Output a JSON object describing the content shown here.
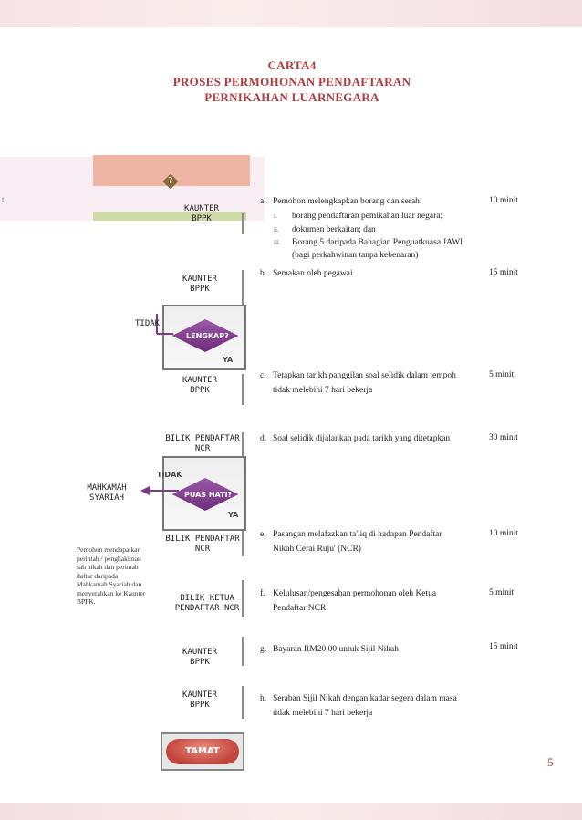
{
  "title": {
    "line1": "CARTA4",
    "line2": "PROSES PERMOHONAN PENDAFTARAN",
    "line3": "PERNIKAHAN LUARNEGARA"
  },
  "header": {
    "mark": "?",
    "edge": "t"
  },
  "locations": {
    "a": "KAUNTER\nBPPK",
    "b": "KAUNTER\nBPPK",
    "c": "KAUNTER\nBPPK",
    "d": "BILIK PENDAFTAR\nNCR",
    "e": "BILIK PENDAFTAR\nNCR",
    "f": "BILIK KETUA\nPENDAFTAR NCR",
    "g": "KAUNTER\nBPPK",
    "h": "KAUNTER\nBPPK"
  },
  "decisions": {
    "first": {
      "label": "LENGKAP?",
      "no": "TIDAK",
      "yes": "YA"
    },
    "second": {
      "label": "PUAS HATI?",
      "no": "TIDAK",
      "yes": "YA"
    }
  },
  "side": {
    "tidak": "TIDAK",
    "mahkamah": "MAHKAMAH\nSYARIAH",
    "note": "Pemohon mendapatkan perintah / penghakiman sah nikah dan perintah daftar daripada Mahkamah Syariah dan menyerahkan ke Kaunter BPPK."
  },
  "steps": {
    "a": {
      "label": "a.",
      "text": "Pemohon   melengkapkan borang  dan serah:",
      "time": "10 minit",
      "items": [
        {
          "num": "i.",
          "text": "borang  pendaftaran pemikahan luar negara;"
        },
        {
          "num": "ii.",
          "text": "dokumen  berkaitan; dan"
        },
        {
          "num": "iii.",
          "text": "Borang  5 daripada Bahagian  Penguatkuasa JAWI"
        },
        {
          "num": "",
          "text": "(bagi perkahwinan tanpa kebenaran)"
        }
      ]
    },
    "b": {
      "label": "b.",
      "text": "Semakan  oleh pegawai",
      "time": "15 minit"
    },
    "c": {
      "label": "c.",
      "text": "Tetapkan  tarikh panggilan  soal selidik dalam tempoh",
      "text2": "tidak melebihi  7 hari bekerja",
      "time": "5 minit"
    },
    "d": {
      "label": "d.",
      "text": "Soal selidik dijalankan pada tarikh yang ditetapkan",
      "time": "30 minit"
    },
    "e": {
      "label": "e.",
      "text": "Pasangan    melafazkan  ta'liq  di hadapan  Pendaftar",
      "text2": "Nikah  Cerai Ruju' (NCR)",
      "time": "10 minit"
    },
    "f": {
      "label": "f.",
      "text": "Kelulusan/pengesahan permohonan oleh Ketua",
      "text2": "Pendaftar NCR",
      "time": "5 minit"
    },
    "g": {
      "label": "g.",
      "text": "Bayaran  RM20.00  untuk Sijil Nikah",
      "time": "15 minit"
    },
    "h": {
      "label": "h.",
      "text": "Seraban  Sijil Nikah  dengan kadar segera dalam masa",
      "text2": "tidak melebihi  7 hari bekerja"
    }
  },
  "end": {
    "label": "TAMAT"
  },
  "page_number": "5"
}
